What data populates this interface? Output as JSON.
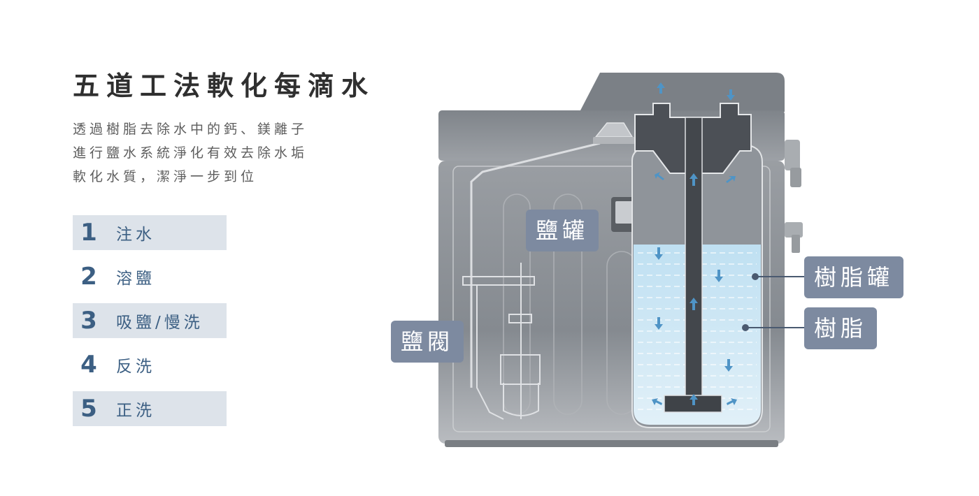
{
  "title": "五道工法軟化每滴水",
  "description": [
    "透過樹脂去除水中的鈣、鎂離子",
    "進行鹽水系統淨化有效去除水垢",
    "軟化水質，潔淨一步到位"
  ],
  "steps": [
    {
      "number": "1",
      "label": "注水",
      "shaded": true
    },
    {
      "number": "2",
      "label": "溶鹽",
      "shaded": false
    },
    {
      "number": "3",
      "label": "吸鹽/慢洗",
      "shaded": true
    },
    {
      "number": "4",
      "label": "反洗",
      "shaded": false
    },
    {
      "number": "5",
      "label": "正洗",
      "shaded": true
    }
  ],
  "callouts": {
    "salt_tank": "鹽罐",
    "salt_valve": "鹽閥",
    "resin_tank": "樹脂罐",
    "resin": "樹脂"
  },
  "colors": {
    "accent": "#3c5f83",
    "callout_bg": "#7d8aa0",
    "step_bg": "#dde3ea",
    "water": "#c7e3f3",
    "arrow": "#4f94c6",
    "device_body": "#8e9399"
  }
}
